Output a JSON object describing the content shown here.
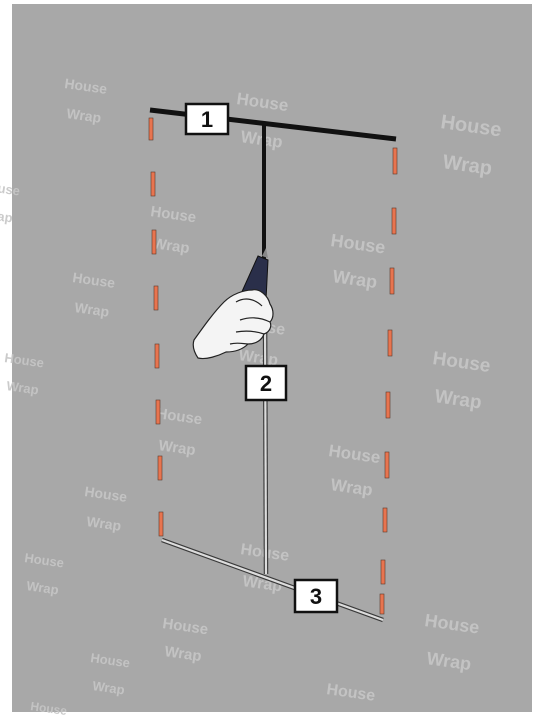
{
  "figure": {
    "watermark_text": [
      "House",
      "Wrap"
    ],
    "callouts": [
      {
        "id": "1",
        "label": "1",
        "description": "top horizontal cut"
      },
      {
        "id": "2",
        "label": "2",
        "description": "vertical center cut"
      },
      {
        "id": "3",
        "label": "3",
        "description": "bottom horizontal cut"
      }
    ],
    "colors": {
      "background": "#a8a8a8",
      "frame_marks": "#e8744f",
      "cut_line_done": "#111111",
      "cut_line_pending": "#dcdcdc",
      "glove": "#f4f4f4",
      "knife": "#2a2f4a"
    },
    "icons": [
      "gloved-hand-icon",
      "utility-knife-icon"
    ]
  }
}
